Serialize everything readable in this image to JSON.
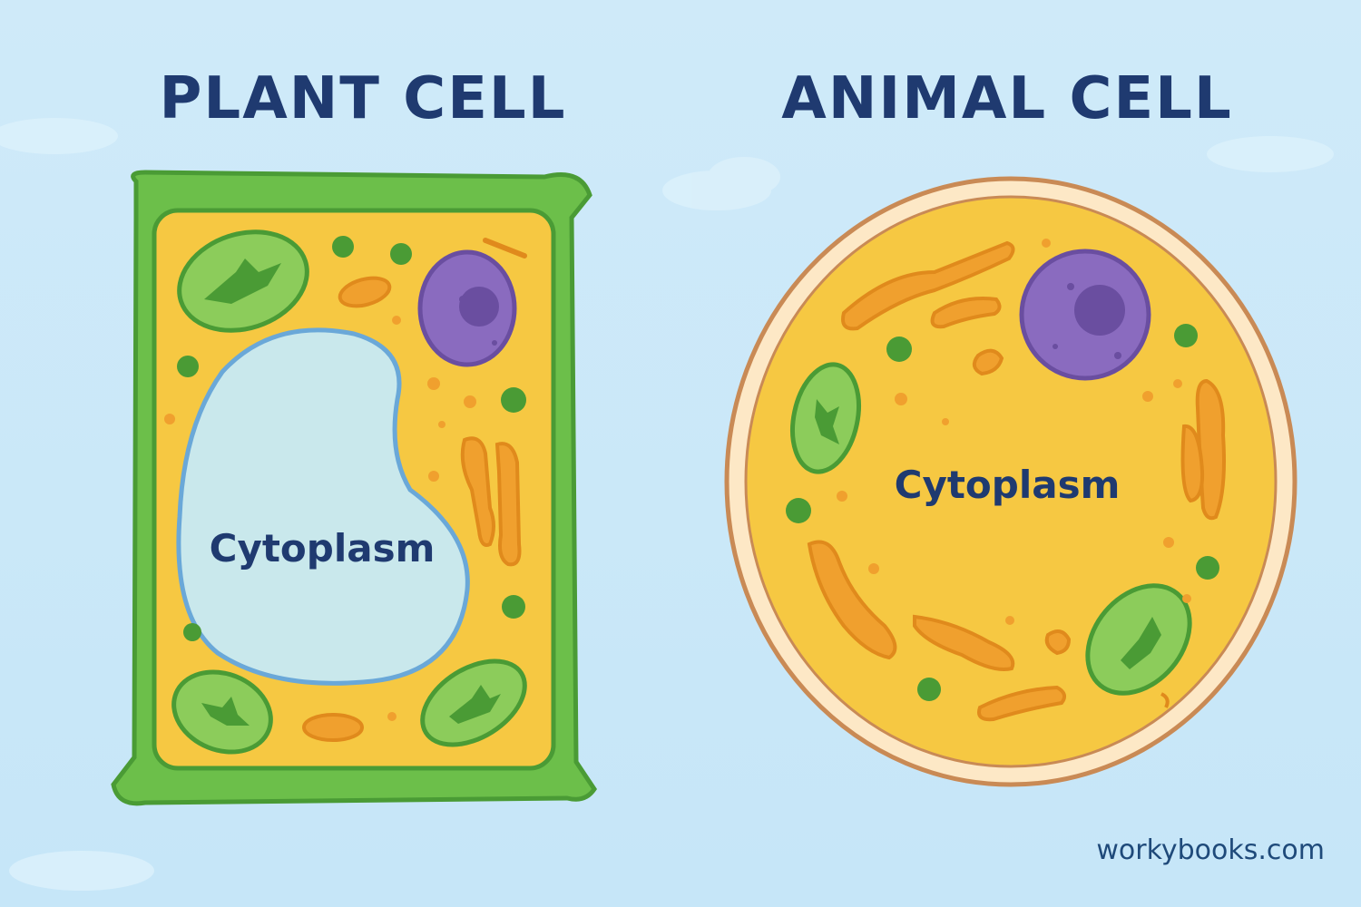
{
  "plant": {
    "title": "PLANT CELL",
    "label": "Cytoplasm"
  },
  "animal": {
    "title": "ANIMAL CELL",
    "label": "Cytoplasm"
  },
  "brand": "workybooks.com",
  "colors": {
    "background": "#cde9f8",
    "title": "#1f3a70",
    "cell_wall": "#6cbf4a",
    "cytoplasm": "#f6c842",
    "vacuole": "#c9e8ec",
    "nucleus": "#8a6bbf",
    "chloroplast": "#8ccc5b",
    "mitochondria": "#f0a02e",
    "membrane": "#c98a55"
  }
}
